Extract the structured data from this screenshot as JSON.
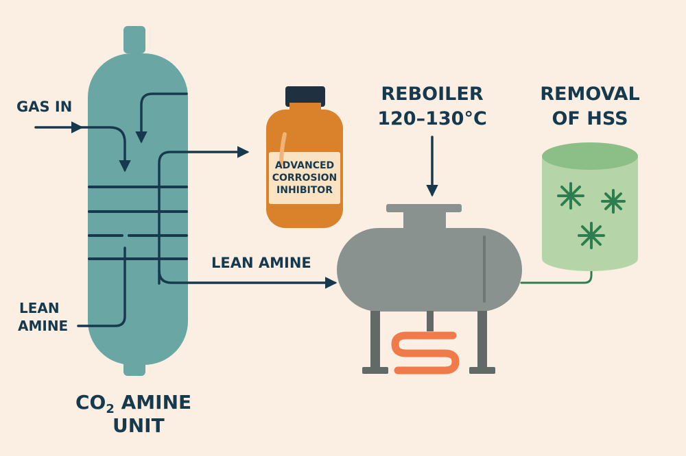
{
  "labels": {
    "gas_in": "GAS IN",
    "lean_amine_left_1": "LEAN",
    "lean_amine_left_2": "AMINE",
    "lean_amine_mid": "LEAN AMINE",
    "unit_title_co": "CO",
    "unit_title_sub": "2",
    "unit_title_rest": " AMINE",
    "unit_title_line2": "UNIT",
    "reboiler_1": "REBOILER",
    "reboiler_2": "120–130°C",
    "removal_1": "REMOVAL",
    "removal_2": "OF HSS",
    "bottle_1": "ADVANCED",
    "bottle_2": "CORROSION",
    "bottle_3": "INHIBITOR"
  },
  "colors": {
    "background": "#fbefe3",
    "column": "#6aa7a4",
    "line": "#17394d",
    "bottle_body": "#d9822b",
    "bottle_cap": "#1f3140",
    "label_panel": "#fae3c3",
    "reboiler": "#8a9290",
    "heating_coil": "#f07a4a",
    "filter_tank": "#b5d5a8",
    "filter_top": "#8cbf88",
    "green_line": "#2e7d4f"
  },
  "icons": [
    "absorber-column-icon",
    "bottle-icon",
    "reboiler-vessel-icon",
    "heating-coil-icon",
    "filter-tank-icon",
    "asterisk-icon"
  ]
}
